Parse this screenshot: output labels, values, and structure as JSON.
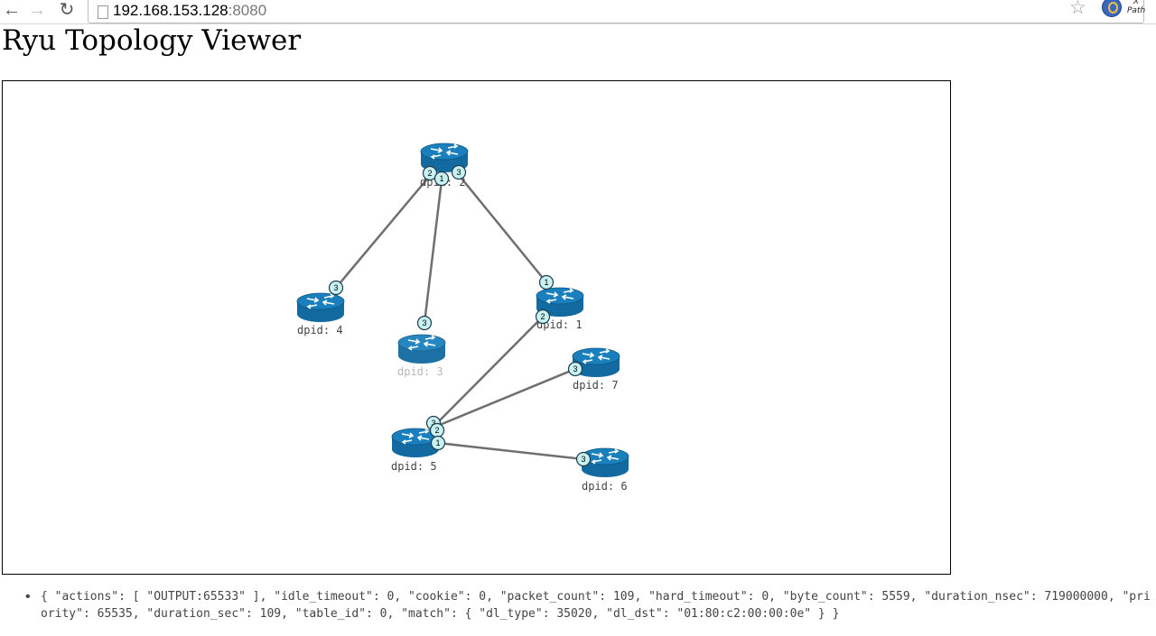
{
  "browser": {
    "url_host": "192.168.153.128",
    "url_port": ":8080",
    "back_icon": "arrow-left",
    "forward_icon": "arrow-right",
    "reload_icon": "reload",
    "bookmark_icon": "star-outline",
    "extension_icon": "globe-badge",
    "xpath_label_line1": "X",
    "xpath_label_line2": "Path"
  },
  "page": {
    "title": "Ryu Topology Viewer"
  },
  "topology": {
    "switches": [
      {
        "id": "2",
        "label": "dpid: 2"
      },
      {
        "id": "4",
        "label": "dpid: 4"
      },
      {
        "id": "3",
        "label": "dpid: 3"
      },
      {
        "id": "1",
        "label": "dpid: 1"
      },
      {
        "id": "7",
        "label": "dpid: 7"
      },
      {
        "id": "5",
        "label": "dpid: 5"
      },
      {
        "id": "6",
        "label": "dpid: 6"
      }
    ],
    "links": [
      {
        "from": "2",
        "to": "4"
      },
      {
        "from": "2",
        "to": "3"
      },
      {
        "from": "2",
        "to": "1"
      },
      {
        "from": "1",
        "to": "5"
      },
      {
        "from": "5",
        "to": "7"
      },
      {
        "from": "5",
        "to": "6"
      }
    ],
    "ports": [
      {
        "switch": "2",
        "label": "2"
      },
      {
        "switch": "2",
        "label": "1"
      },
      {
        "switch": "2",
        "label": "3"
      },
      {
        "switch": "4",
        "label": "3"
      },
      {
        "switch": "3",
        "label": "3"
      },
      {
        "switch": "1",
        "label": "1"
      },
      {
        "switch": "1",
        "label": "2"
      },
      {
        "switch": "7",
        "label": "3"
      },
      {
        "switch": "5",
        "label": "3"
      },
      {
        "switch": "5",
        "label": "2"
      },
      {
        "switch": "5",
        "label": "1"
      },
      {
        "switch": "6",
        "label": "3"
      }
    ],
    "colors": {
      "switch_body": "#136aa0",
      "switch_top": "#1a80bd",
      "link": "#6f6f6f",
      "port_fill": "#c8f2f2"
    }
  },
  "flows": [
    "{ \"actions\": [ \"OUTPUT:65533\" ], \"idle_timeout\": 0, \"cookie\": 0, \"packet_count\": 109, \"hard_timeout\": 0, \"byte_count\": 5559, \"duration_nsec\": 719000000, \"priority\": 65535, \"duration_sec\": 109, \"table_id\": 0, \"match\": { \"dl_type\": 35020, \"dl_dst\": \"01:80:c2:00:00:0e\" } }"
  ]
}
